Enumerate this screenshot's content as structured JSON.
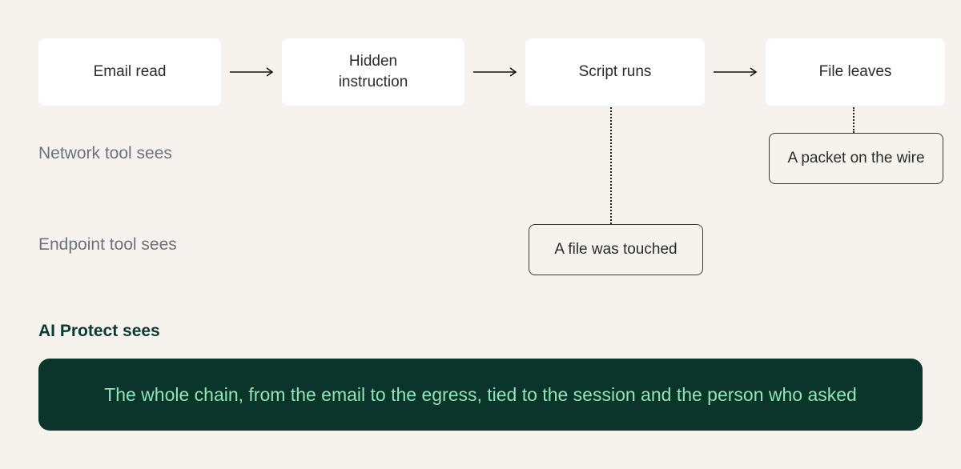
{
  "flow": {
    "steps": [
      "Email read",
      "Hidden\ninstruction",
      "Script runs",
      "File leaves"
    ]
  },
  "rows": {
    "network_label": "Network tool sees",
    "endpoint_label": "Endpoint tool sees",
    "network_callout": "A packet on the wire",
    "endpoint_callout": "A file was touched"
  },
  "ai_protect": {
    "label": "AI Protect sees",
    "summary": "The whole chain, from the email to the egress, tied to the session and the person who asked"
  }
}
